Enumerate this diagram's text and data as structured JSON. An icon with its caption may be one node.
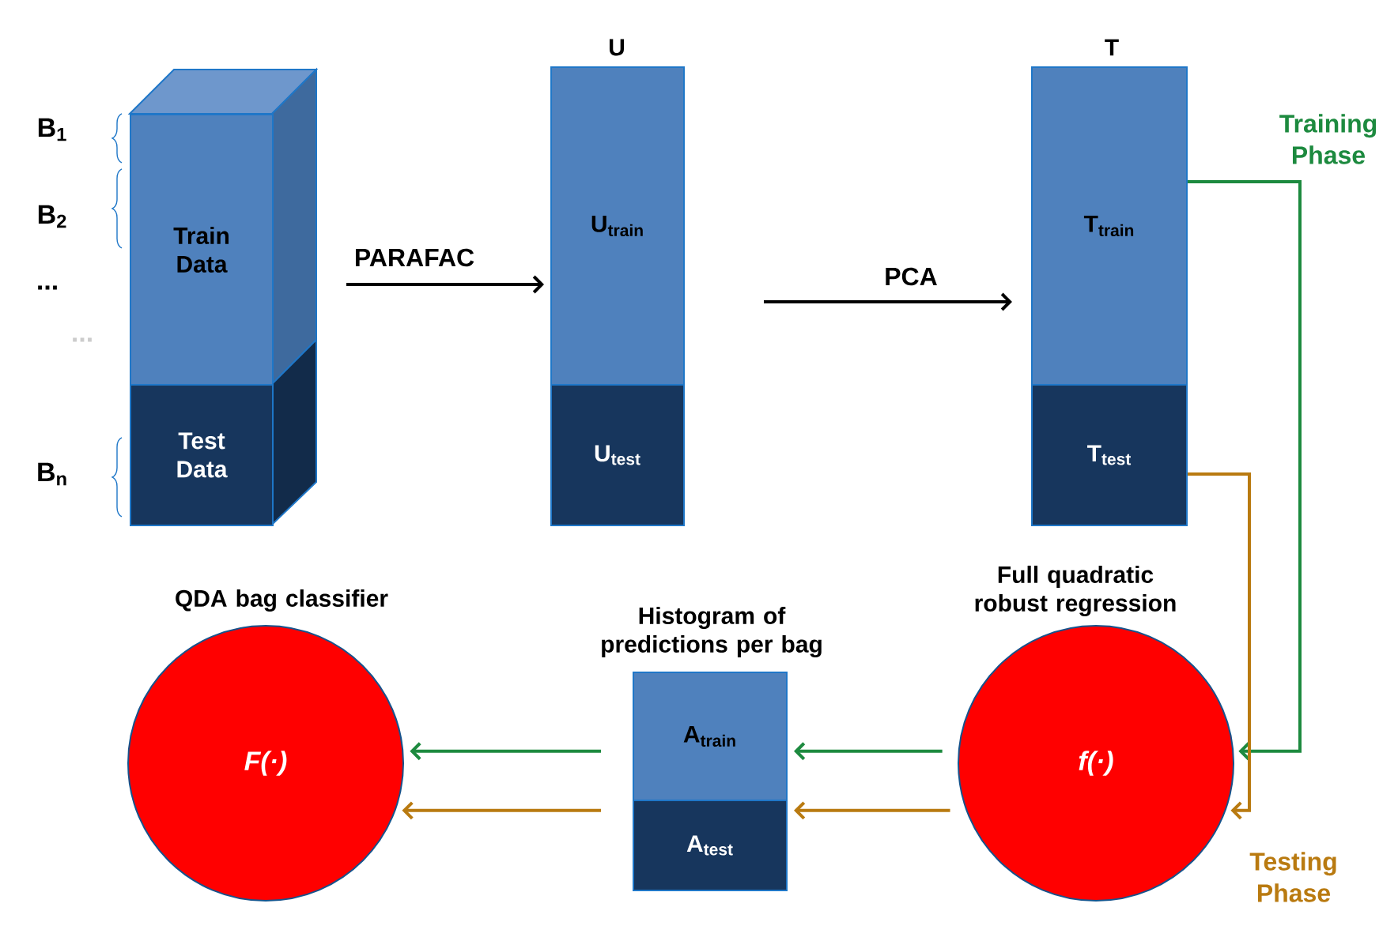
{
  "diagram": {
    "nodes": [
      {
        "text": [
          "Train Data"
        ]
      },
      {
        "text": [
          "Test Data"
        ]
      },
      {
        "text": [
          "U$_{train}$"
        ],
        "beside": [
          "U"
        ]
      },
      {
        "text": [
          "U$_{test}$"
        ]
      },
      {
        "text": [
          "T$_{train}$"
        ],
        "beside": [
          "T"
        ]
      },
      {
        "text": [
          "T$_{test}$"
        ]
      },
      {
        "text": [
          "f(·)"
        ],
        "beside": [
          "Full quadratic robust regression"
        ]
      },
      {
        "text": [
          "A$_{train}$"
        ],
        "beside": [
          "Histogram of predictions per bag"
        ]
      },
      {
        "text": [
          "A$_{test}$"
        ]
      },
      {
        "text": [
          "F(·)"
        ],
        "beside": [
          "QDA bag classifier"
        ]
      }
    ],
    "edges": [
      {
        "from": 0,
        "to": 2,
        "arrow": "to",
        "label": "PARAFAC",
        "color": "#000000"
      },
      {
        "from": 2,
        "to": 4,
        "arrow": "to",
        "label": "PCA",
        "color": "#000000"
      },
      {
        "from": 4,
        "to": 6,
        "arrow": "to",
        "label": "Training Phase",
        "color": "#1d8a3f"
      },
      {
        "from": 5,
        "to": 6,
        "arrow": "to",
        "label": "Testing Phase",
        "color": "#b97a10"
      },
      {
        "from": 6,
        "to": 7,
        "arrow": "to",
        "color": "#1d8a3f"
      },
      {
        "from": 6,
        "to": 8,
        "arrow": "to",
        "color": "#b97a10"
      },
      {
        "from": 7,
        "to": 9,
        "arrow": "to",
        "color": "#1d8a3f"
      },
      {
        "from": 8,
        "to": 9,
        "arrow": "to",
        "color": "#b97a10"
      }
    ],
    "labels": [
      "B$_{1}$",
      "B$_{2}$",
      "...",
      "...",
      "B$_{n}$"
    ]
  }
}
